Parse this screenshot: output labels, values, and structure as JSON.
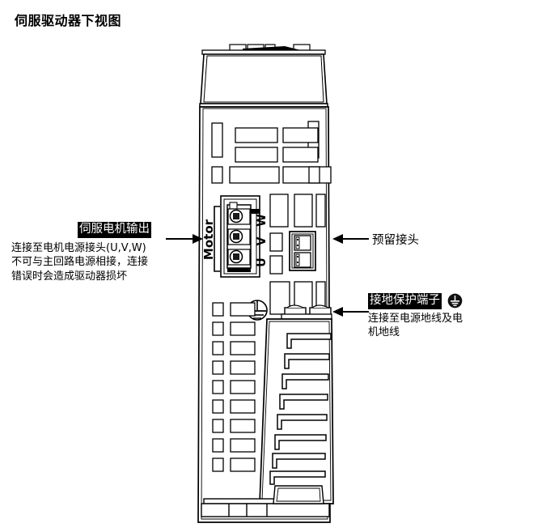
{
  "page": {
    "title": "伺服驱动器下视图"
  },
  "annotations": {
    "motor_output": {
      "heading": "伺服电机输出",
      "body_lines": [
        "连接至电机电源接头(U,V,W)",
        "不可与主回路电源相接，连接",
        "错误时会造成驱动器损坏"
      ],
      "arrow": "arrow-right",
      "highlight": true
    },
    "reserved_connector": {
      "heading": "预留接头",
      "body_lines": [],
      "arrow": "arrow-left",
      "highlight": false
    },
    "ground_terminal": {
      "heading": "接地保护端子",
      "icon": "ground-icon",
      "body_lines": [
        "连接至电源地线及电",
        "机地线"
      ],
      "arrow": "arrow-left",
      "highlight": true
    }
  },
  "device": {
    "labels": {
      "motor": "Motor",
      "terminal_w": "W",
      "terminal_v": "V",
      "terminal_u": "U"
    },
    "colors": {
      "outline": "#000000",
      "fill": "#ffffff",
      "shade": "#d8d8d8",
      "screw": "#1a1a1a"
    },
    "heatsink_fin_count": 8,
    "motor_terminal_count": 3,
    "ground_screw_count": 2,
    "reserved_connector_slots": 2
  }
}
